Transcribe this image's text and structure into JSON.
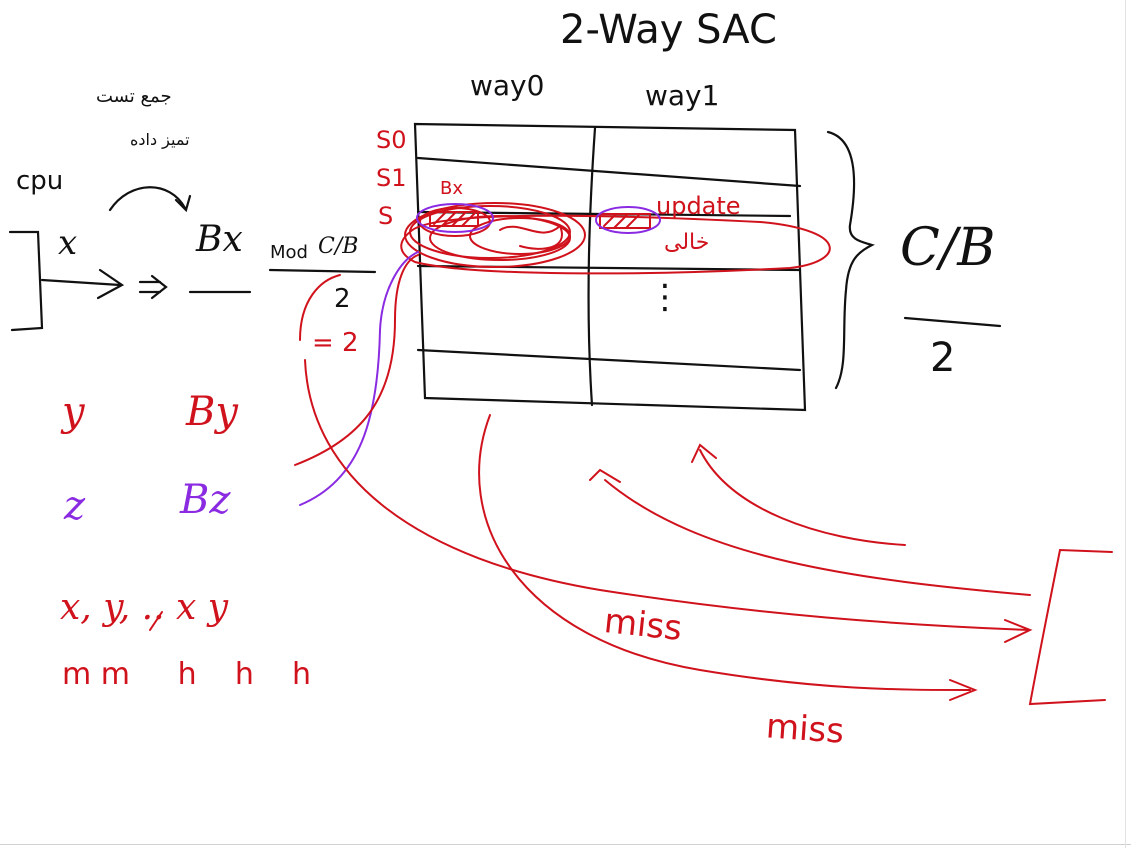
{
  "colors": {
    "black_ink": "#111111",
    "red_ink": "#d0121c",
    "purple_ink": "#8a2be2",
    "background": "#ffffff"
  },
  "title": "2-Way SAC",
  "columns": {
    "way0": "way0",
    "way1": "way1"
  },
  "sets": {
    "s0": "S0",
    "s1": "S1",
    "s2": "S"
  },
  "cpu": {
    "label": "cpu",
    "address": "x"
  },
  "block_formula": {
    "block": "Bx",
    "mod": "Mod",
    "cb": "C/B",
    "denominator": "2",
    "result": "= 2"
  },
  "notes_top": {
    "line1": "جمع تست",
    "line2": "تمیز داده"
  },
  "cell_annotations": {
    "update": "update",
    "khali": "خالی",
    "dots": "⋮",
    "small_word": "Bx"
  },
  "sets_count": {
    "cb": "C/B",
    "denominator": "2"
  },
  "requests": [
    {
      "addr": "y",
      "block": "By"
    },
    {
      "addr": "z",
      "block": "Bz"
    }
  ],
  "sequence": {
    "addresses": "x, y, .. x  y",
    "results": "m m     h    h    h"
  },
  "miss_labels": [
    "miss",
    "miss"
  ]
}
